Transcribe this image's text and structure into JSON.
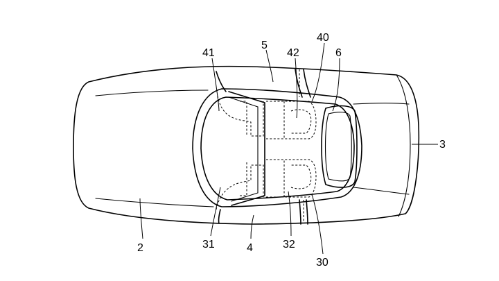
{
  "figure": {
    "reference_numerals": [
      {
        "id": "41",
        "text": "41"
      },
      {
        "id": "5",
        "text": "5"
      },
      {
        "id": "42",
        "text": "42"
      },
      {
        "id": "40",
        "text": "40"
      },
      {
        "id": "6",
        "text": "6"
      },
      {
        "id": "3",
        "text": "3"
      },
      {
        "id": "2",
        "text": "2"
      },
      {
        "id": "31",
        "text": "31"
      },
      {
        "id": "4",
        "text": "4"
      },
      {
        "id": "32",
        "text": "32"
      },
      {
        "id": "30",
        "text": "30"
      }
    ]
  }
}
